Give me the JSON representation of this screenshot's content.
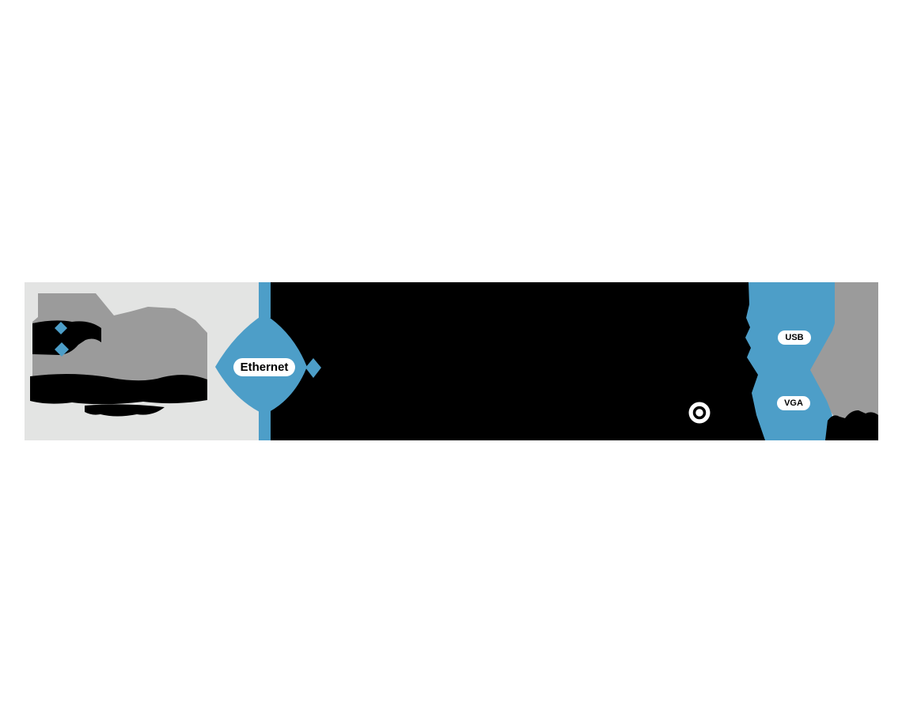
{
  "diagram": {
    "description": "Product application diagram band: room scene silhouette on light gray, Ethernet link diamond, black center photo area, cable ribbon with USB and VGA callouts, display silhouette on right",
    "labels": {
      "ethernet": "Ethernet",
      "usb": "USB",
      "vga": "VGA"
    },
    "icons": {
      "ethernet_diamond": "diamond-connector-shape",
      "link_diamond_small": "diamond-connector-shape",
      "link_diamond_top": "diamond-connector-shape",
      "link_diamond_bottom": "diamond-connector-shape",
      "round_port_marker": "white-ring-circle"
    },
    "colors": {
      "accent_blue": "#4d9ec8",
      "panel_light_gray": "#e3e4e3",
      "silhouette_gray": "#9b9b9b",
      "silhouette_black": "#000000",
      "pill_background": "#ffffff",
      "pill_text": "#000000",
      "page_background": "#ffffff"
    }
  }
}
